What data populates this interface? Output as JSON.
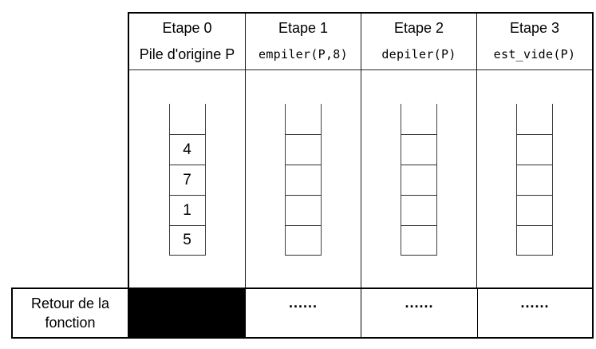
{
  "table": {
    "columns": [
      {
        "etape": "Etape 0",
        "operation": "Pile d'origine P",
        "operation_is_code": false,
        "stack": [
          "4",
          "7",
          "1",
          "5"
        ],
        "retour": ""
      },
      {
        "etape": "Etape 1",
        "operation": "empiler(P,8)",
        "operation_is_code": true,
        "stack": [
          "",
          "",
          "",
          ""
        ],
        "retour": "......"
      },
      {
        "etape": "Etape 2",
        "operation": "depiler(P)",
        "operation_is_code": true,
        "stack": [
          "",
          "",
          "",
          ""
        ],
        "retour": "......"
      },
      {
        "etape": "Etape 3",
        "operation": "est_vide(P)",
        "operation_is_code": true,
        "stack": [
          "",
          "",
          "",
          ""
        ],
        "retour": "......"
      }
    ],
    "footer": {
      "label": "Retour de la fonction"
    },
    "stack_slots_per_pile": 5,
    "colors": {
      "border": "#000000",
      "stack_line": "#404040",
      "filled_cell": "#000000",
      "background": "#ffffff",
      "text": "#000000"
    }
  }
}
